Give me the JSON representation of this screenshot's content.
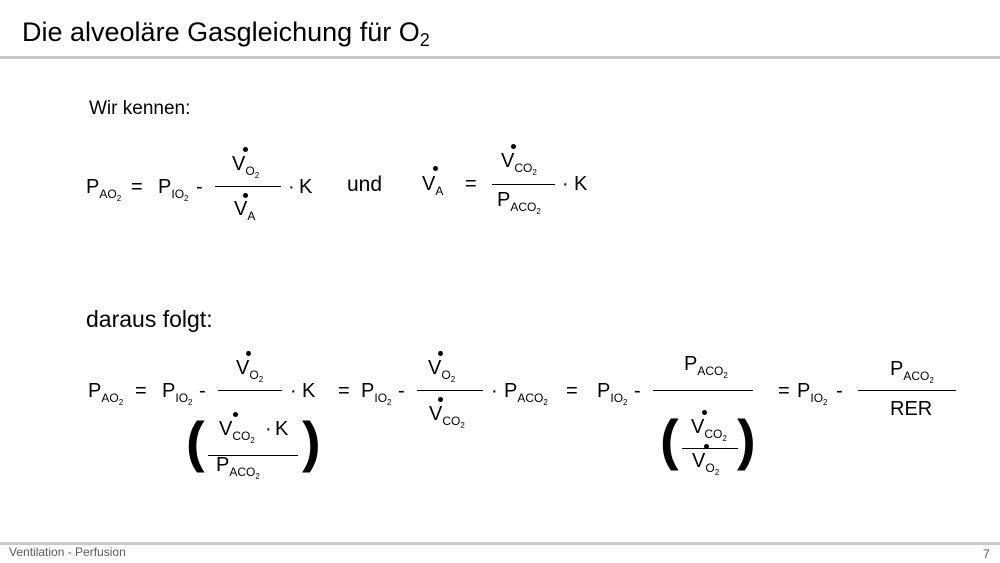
{
  "slide": {
    "title": "Die alveoläre Gasgleichung für O",
    "title_sub": "2",
    "page_number": "7",
    "footer": "Ventilation - Perfusion"
  },
  "text": {
    "intro": "Wir kennen:",
    "result": "daraus folgt:",
    "connector": "und"
  },
  "symbols": {
    "P": "P",
    "V": "V",
    "K": "K",
    "RER": "RER",
    "A": "A",
    "I": "I",
    "O": "O",
    "CO": "CO",
    "two": "2",
    "eq": "=",
    "minus": "-",
    "dot_op": "·",
    "lparen": "(",
    "rparen": ")"
  }
}
